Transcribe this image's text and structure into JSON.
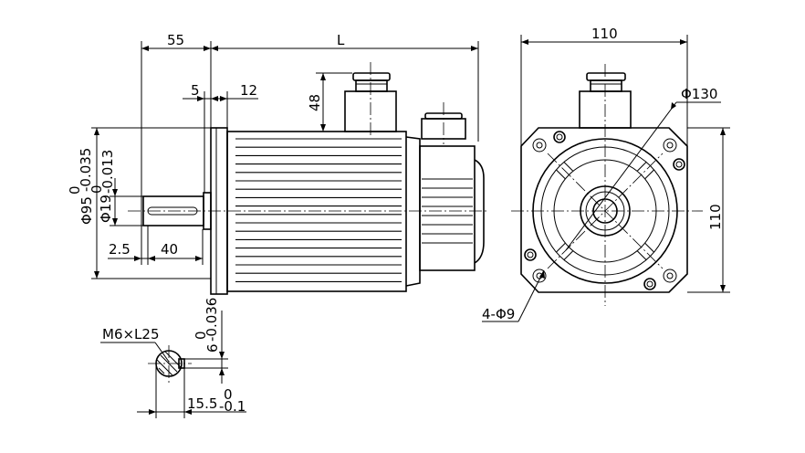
{
  "dimensions": {
    "flange_offset": "55",
    "body_length": "L",
    "flange_thickness": "5",
    "pilot_length": "12",
    "connector_height": "48",
    "pilot_diameter": "Φ95",
    "pilot_tolerance_upper": "0",
    "pilot_tolerance_lower": "-0.035",
    "shaft_diameter": "Φ19",
    "shaft_tolerance_upper": "0",
    "shaft_tolerance_lower": "-0.013",
    "shaft_offset": "2.5",
    "shaft_length": "40",
    "flange_width": "110",
    "bolt_circle": "Φ130",
    "flange_height": "110",
    "mount_holes": "4-Φ9",
    "thread": "M6×L25",
    "key_width": "6",
    "key_tolerance_upper": "0",
    "key_tolerance_lower": "-0.036",
    "key_depth": "15.5",
    "key_depth_tolerance_upper": "0",
    "key_depth_tolerance_lower": "-0.1"
  }
}
